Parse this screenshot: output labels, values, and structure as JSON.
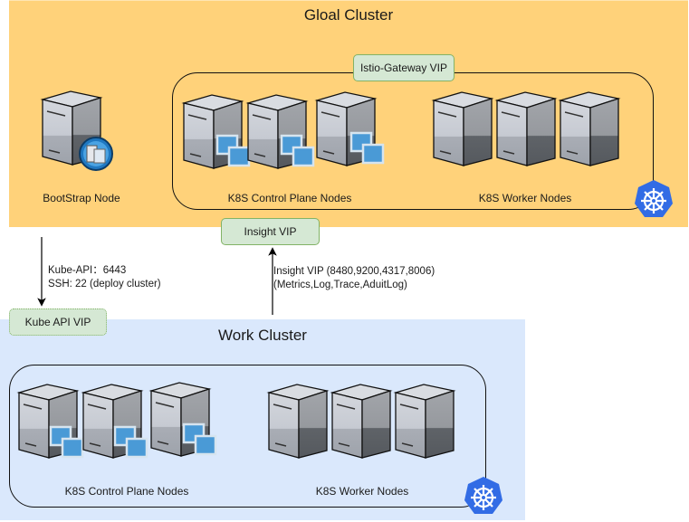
{
  "global_cluster": {
    "title": "Gloal Cluster",
    "color": "#ffd27a",
    "bootstrap_node": {
      "label": "BootStrap Node",
      "icon": "server-with-desktop-badge-icon"
    },
    "istio_gateway_vip": "Istio-Gateway VIP",
    "insight_vip": "Insight VIP",
    "k8s_group": {
      "control_plane_label": "K8S Control Plane Nodes",
      "control_plane_count": 3,
      "worker_label": "K8S Worker Nodes",
      "worker_count": 3,
      "badge_icon": "kubernetes-icon"
    }
  },
  "work_cluster": {
    "title": "Work Cluster",
    "color": "#dae8fc",
    "kube_api_vip": "Kube API VIP",
    "k8s_group": {
      "control_plane_label": "K8S Control Plane Nodes",
      "control_plane_count": 3,
      "worker_label": "K8S Worker Nodes",
      "worker_count": 3,
      "badge_icon": "kubernetes-icon"
    }
  },
  "edges": {
    "bootstrap_to_work": {
      "line1": "Kube-API：6443",
      "line2": "SSH: 22 (deploy cluster)"
    },
    "work_to_insight": {
      "line1": "Insight VIP (8480,9200,4317,8006)",
      "line2": "(Metrics,Log,Trace,AduitLog)"
    }
  },
  "colors": {
    "vip_fill": "#d5e8d4",
    "vip_border": "#82b366",
    "k8s_blue": "#326ce5"
  }
}
